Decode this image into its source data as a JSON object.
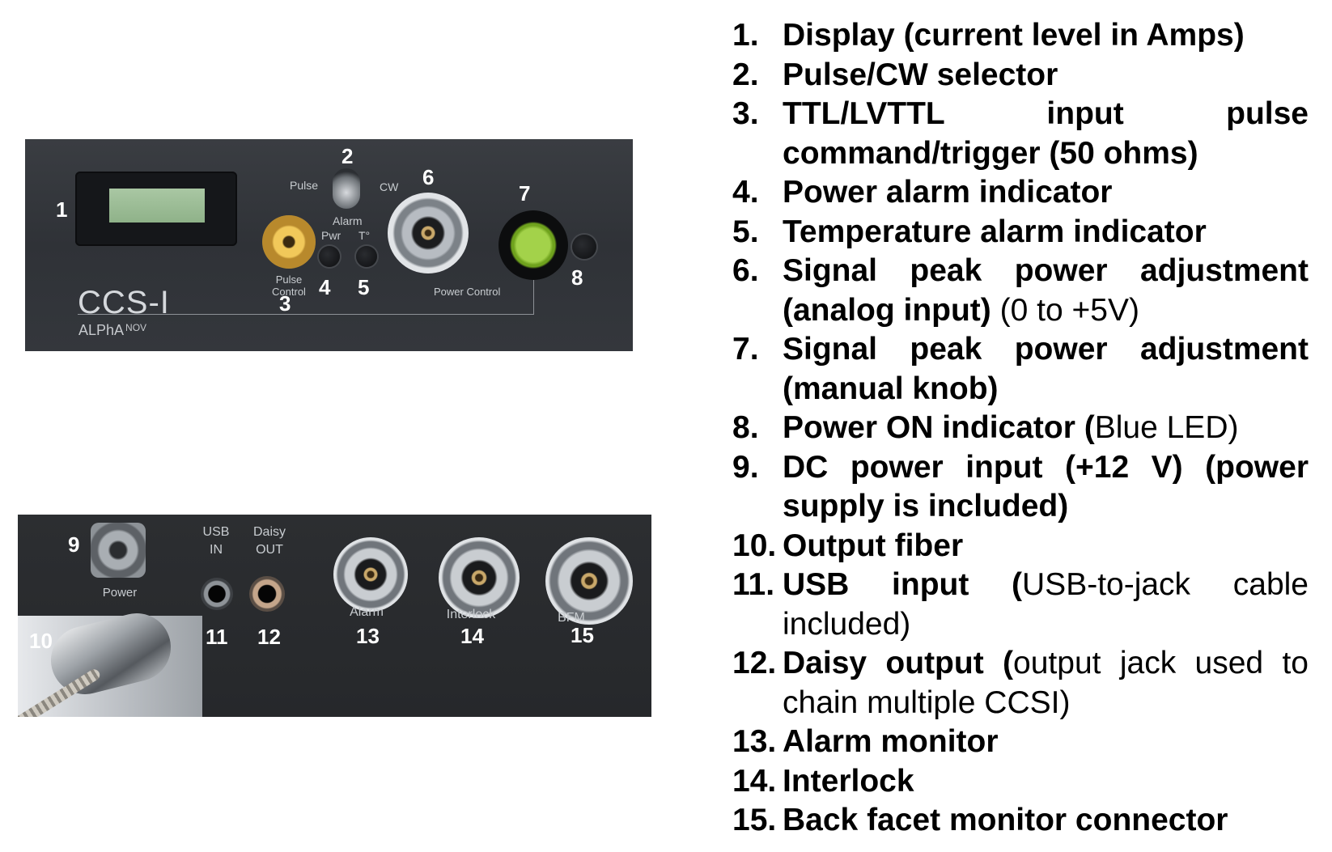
{
  "front_panel": {
    "callouts": [
      "1",
      "2",
      "3",
      "4",
      "5",
      "6",
      "7",
      "8"
    ],
    "labels": {
      "pulse": "Pulse",
      "cw": "CW",
      "alarm": "Alarm",
      "pwr": "Pwr",
      "temp": "T°",
      "pulse_control": [
        "Pulse",
        "Control"
      ],
      "power_control": "Power Control"
    },
    "brand": "CCS-I",
    "maker": {
      "name": "ALPhA",
      "suffix": "NOV"
    }
  },
  "rear_panel": {
    "callouts": [
      "9",
      "10",
      "11",
      "12",
      "13",
      "14",
      "15"
    ],
    "labels": {
      "power": "Power",
      "usb_in": [
        "USB",
        "IN"
      ],
      "daisy_out": [
        "Daisy",
        "OUT"
      ],
      "alarm": "Alarm",
      "interlock": "Interlock",
      "bfm": "BFM"
    }
  },
  "legend": [
    {
      "num": "1.",
      "bold": "Display (current level in Amps)",
      "plain": ""
    },
    {
      "num": "2.",
      "bold": "Pulse/CW selector",
      "plain": ""
    },
    {
      "num": "3.",
      "bold": "TTL/LVTTL input pulse command/trigger (50 ohms)",
      "plain": ""
    },
    {
      "num": "4.",
      "bold": "Power alarm indicator",
      "plain": ""
    },
    {
      "num": "5.",
      "bold": "Temperature alarm indicator",
      "plain": ""
    },
    {
      "num": "6.",
      "bold": "Signal peak power adjustment (analog input)",
      "plain": " (0 to +5V)"
    },
    {
      "num": "7.",
      "bold": "Signal peak power adjustment (manual knob)",
      "plain": ""
    },
    {
      "num": "8.",
      "bold": "Power ON indicator (",
      "plain": "Blue LED)"
    },
    {
      "num": "9.",
      "bold": "DC power input (+12 V) (power supply is included)",
      "plain": ""
    },
    {
      "num": "10.",
      "bold": "Output fiber",
      "plain": ""
    },
    {
      "num": "11.",
      "bold": "USB input (",
      "plain": "USB-to-jack cable included)"
    },
    {
      "num": "12.",
      "bold": "Daisy output (",
      "plain": "output jack used to chain multiple CCSI)"
    },
    {
      "num": "13.",
      "bold": "Alarm monitor",
      "plain": ""
    },
    {
      "num": "14.",
      "bold": "Interlock",
      "plain": ""
    },
    {
      "num": "15.",
      "bold": "Back facet monitor connector",
      "plain": ""
    }
  ]
}
